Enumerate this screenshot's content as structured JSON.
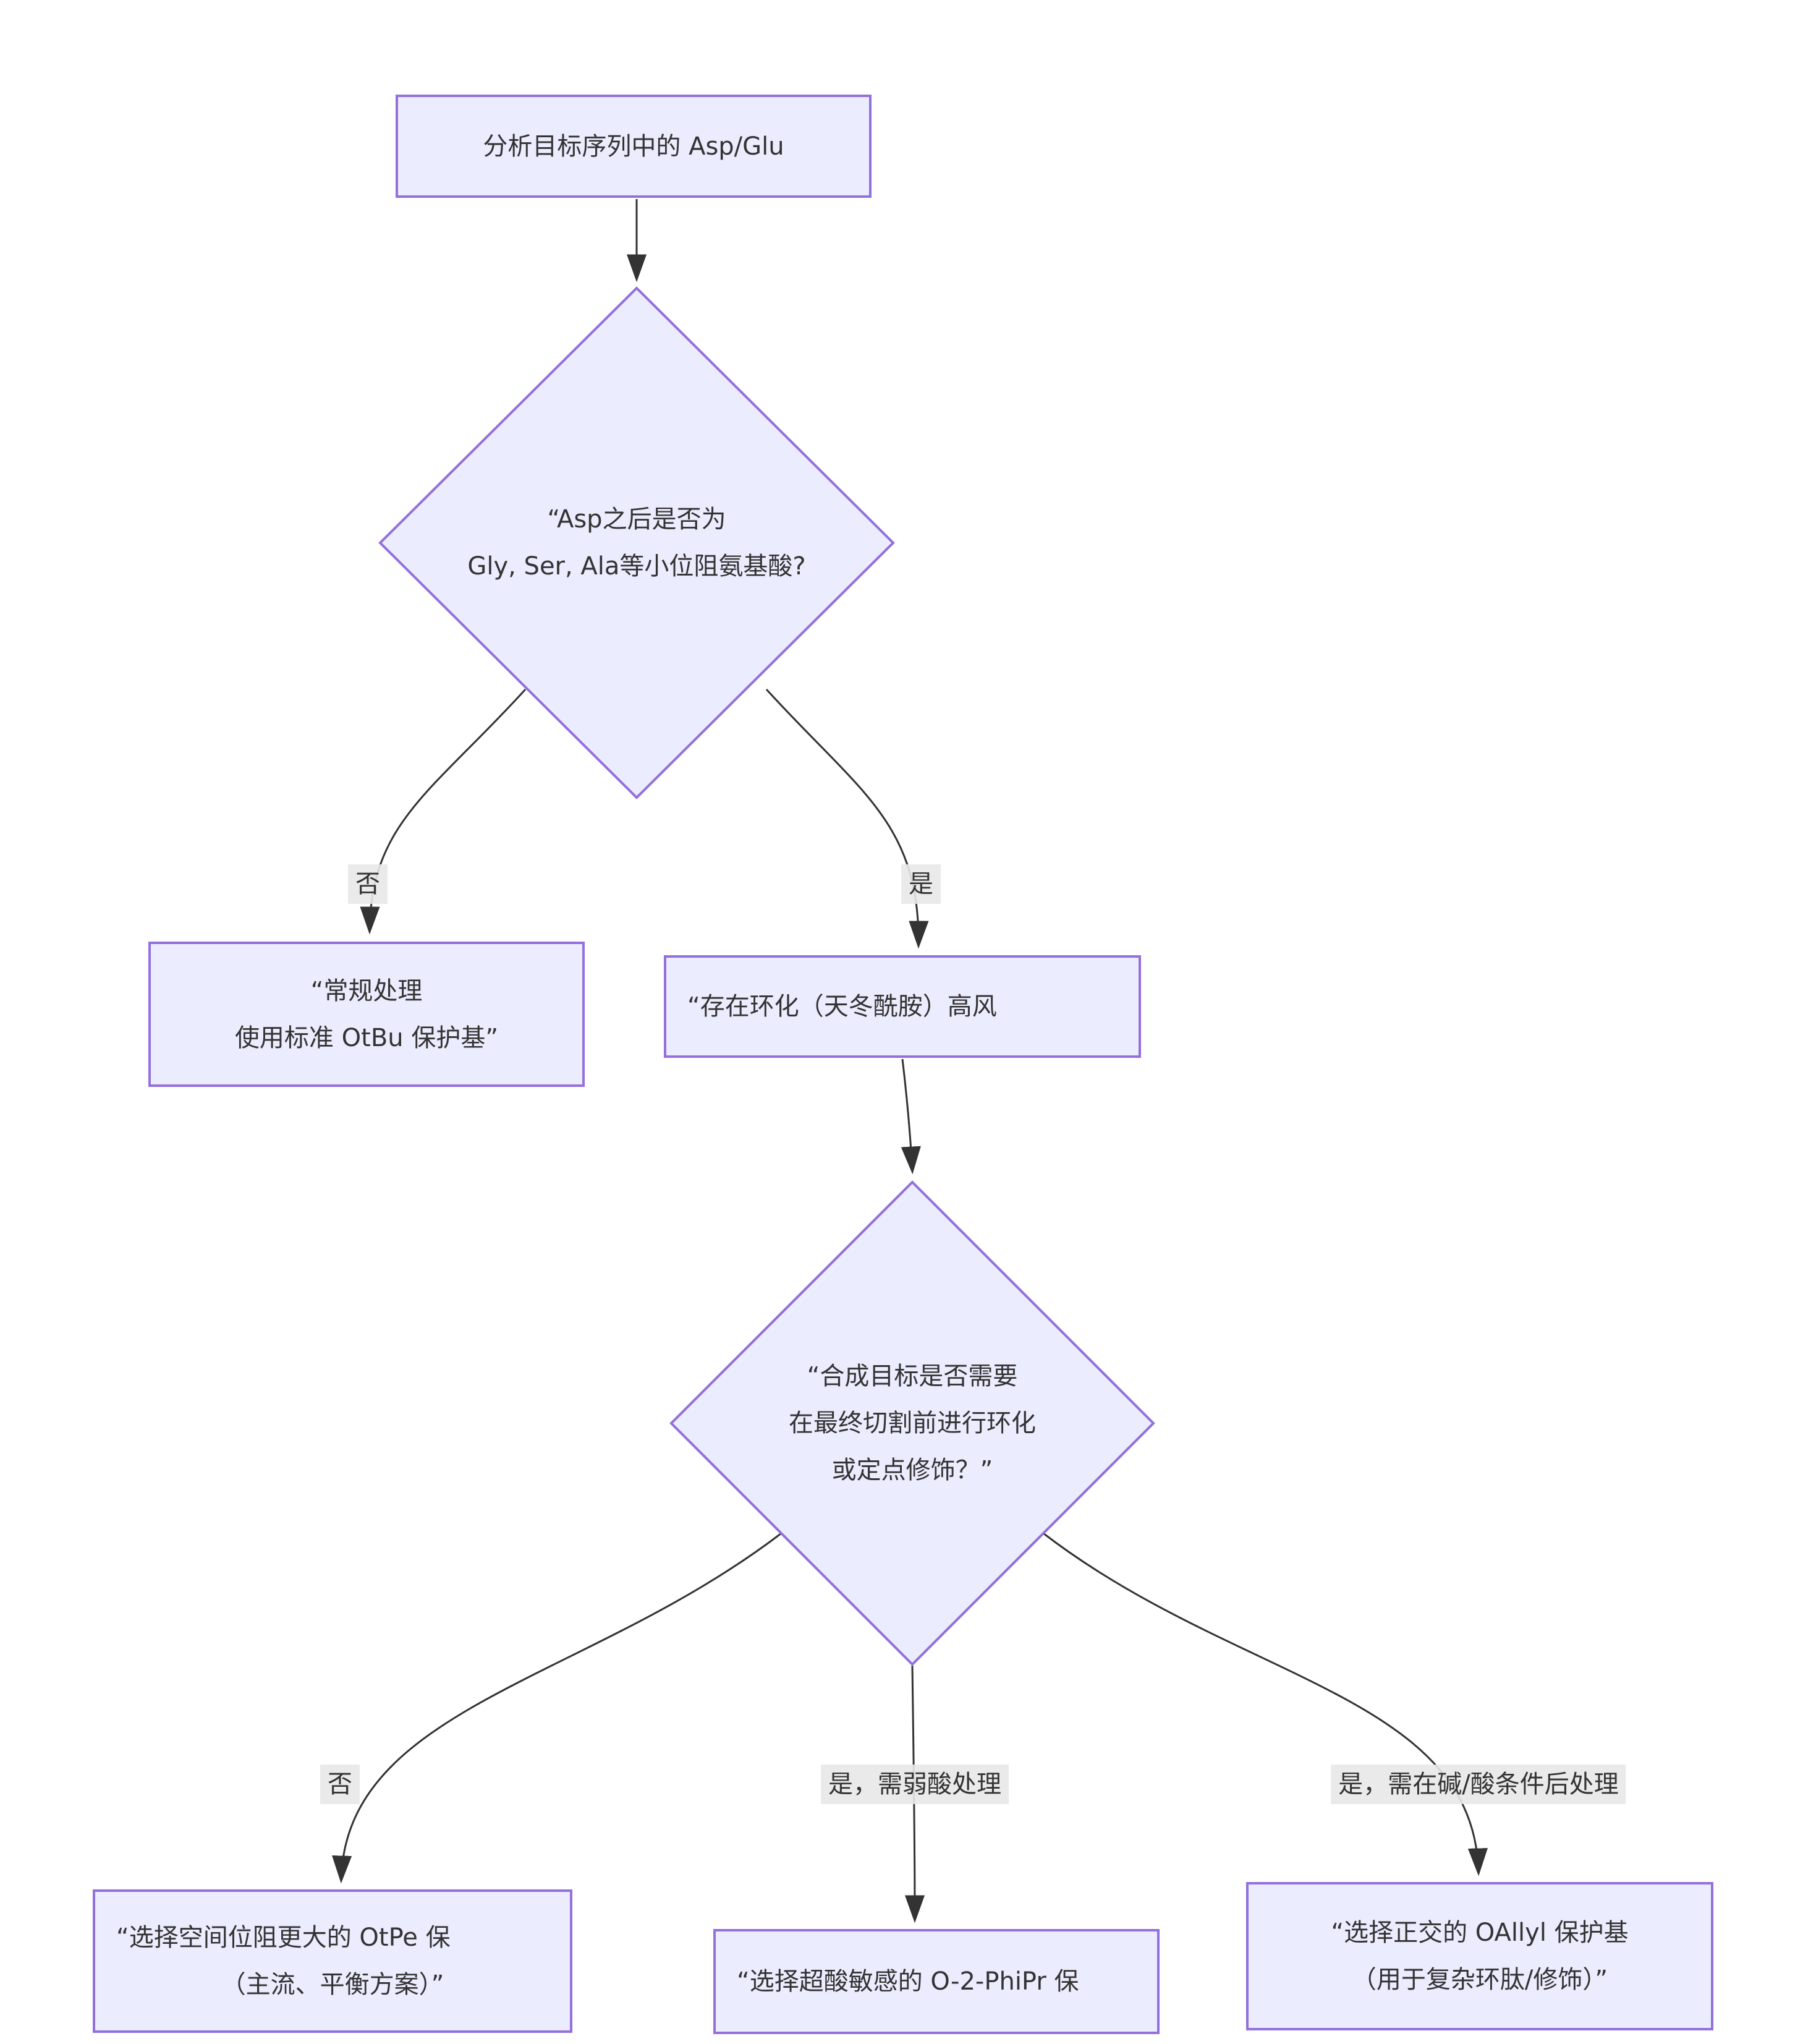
{
  "flowchart": {
    "colors": {
      "node_fill": "#ECECFF",
      "node_border": "#9370DB",
      "edge_color": "#333333",
      "text_color": "#333333",
      "edge_label_bg": "#e8e8e8",
      "background": "#ffffff"
    },
    "nodes": {
      "start": {
        "lines": [
          "分析目标序列中的 Asp/Glu"
        ]
      },
      "decision1": {
        "lines": [
          "“Asp之后是否为",
          "Gly, Ser, Ala等小位阻氨基酸?"
        ]
      },
      "no_branch1": {
        "lines": [
          "“常规处理",
          "使用标准 OtBu 保护基”"
        ]
      },
      "yes_branch1": {
        "lines": [
          "“存在环化（天冬酰胺）高风"
        ]
      },
      "decision2": {
        "lines": [
          "“合成目标是否需要",
          "在最终切割前进行环化",
          "或定点修饰？”"
        ]
      },
      "result_otpe": {
        "lines": [
          "“选择空间位阻更大的 OtPe 保",
          "（主流、平衡方案）”"
        ]
      },
      "result_phipr": {
        "lines": [
          "“选择超酸敏感的 O-2-PhiPr 保"
        ]
      },
      "result_oallyl": {
        "lines": [
          "“选择正交的 OAllyl 保护基",
          "（用于复杂环肽/修饰）”"
        ]
      }
    },
    "edge_labels": {
      "no1": "否",
      "yes1": "是",
      "no2": "否",
      "yes_weak_acid": "是，需弱酸处理",
      "yes_base_acid": "是，需在碱/酸条件后处理"
    }
  }
}
